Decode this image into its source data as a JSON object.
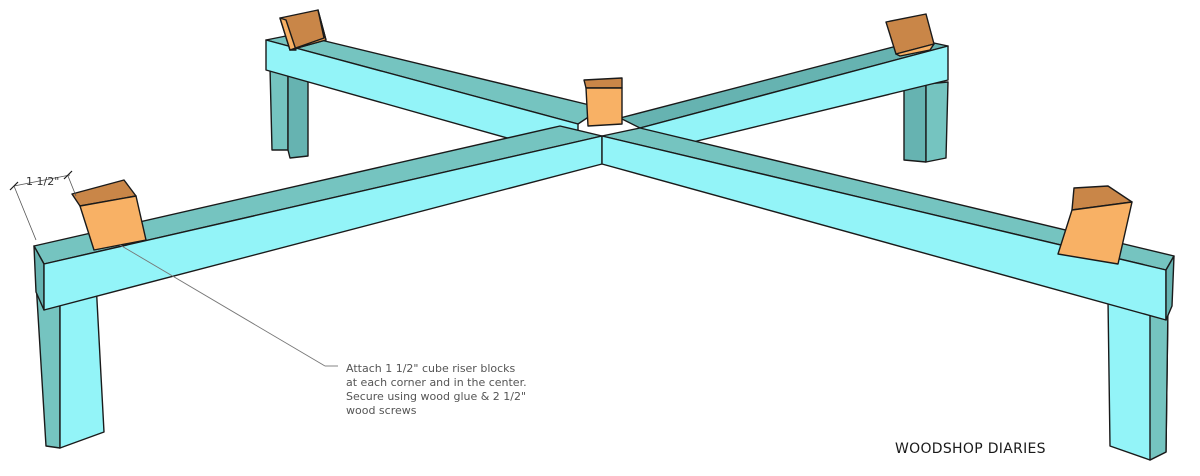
{
  "dimension": {
    "label": "1 1/2\""
  },
  "callout": {
    "lines": [
      "Attach 1 1/2\" cube riser blocks",
      "at each corner and in the center.",
      "Secure using wood glue & 2 1/2\"",
      "wood screws"
    ]
  },
  "brand": {
    "text": "WOODSHOP DIARIES"
  },
  "colors": {
    "wood_light": "#93F4F8",
    "wood_mid": "#75C4C0",
    "wood_dark": "#66B3B1",
    "block_front": "#F8B165",
    "block_top": "#C98648",
    "block_side": "#E0954F"
  }
}
